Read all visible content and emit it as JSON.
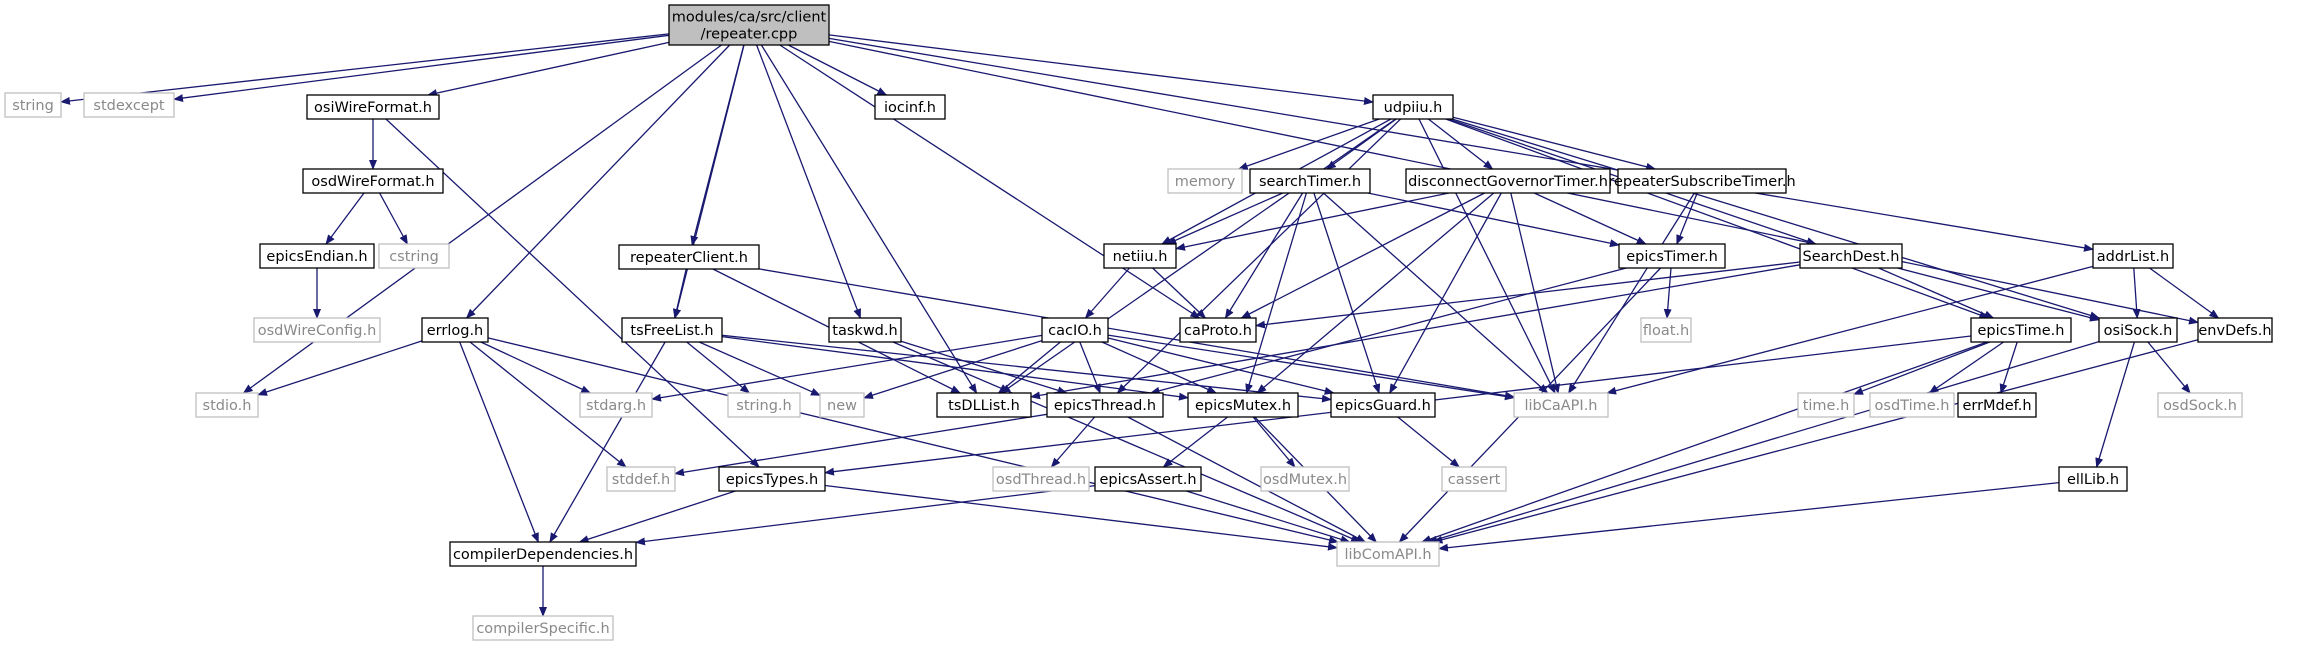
{
  "diagram": {
    "title": "",
    "edge_color": "#191970",
    "root_fill": "#bfbfbf",
    "missing_border": "#bfbfbf",
    "nodes": [
      {
        "id": "root",
        "lines": [
          "modules/ca/src/client",
          "/repeater.cpp"
        ],
        "kind": "root"
      },
      {
        "id": "string",
        "lines": [
          "string"
        ],
        "kind": "missing"
      },
      {
        "id": "stdexcept",
        "lines": [
          "stdexcept"
        ],
        "kind": "missing"
      },
      {
        "id": "osiWireFormat",
        "lines": [
          "osiWireFormat.h"
        ],
        "kind": "file"
      },
      {
        "id": "iocinf",
        "lines": [
          "iocinf.h"
        ],
        "kind": "file"
      },
      {
        "id": "udpiiu",
        "lines": [
          "udpiiu.h"
        ],
        "kind": "file"
      },
      {
        "id": "osdWireFormat",
        "lines": [
          "osdWireFormat.h"
        ],
        "kind": "file"
      },
      {
        "id": "memory",
        "lines": [
          "memory"
        ],
        "kind": "missing"
      },
      {
        "id": "searchTimer",
        "lines": [
          "searchTimer.h"
        ],
        "kind": "file"
      },
      {
        "id": "disconnectGovernorTimer",
        "lines": [
          "disconnectGovernorTimer.h"
        ],
        "kind": "file"
      },
      {
        "id": "repeaterSubscribeTimer",
        "lines": [
          "repeaterSubscribeTimer.h"
        ],
        "kind": "file"
      },
      {
        "id": "epicsEndian",
        "lines": [
          "epicsEndian.h"
        ],
        "kind": "file"
      },
      {
        "id": "cstring",
        "lines": [
          "cstring"
        ],
        "kind": "missing"
      },
      {
        "id": "repeaterClient",
        "lines": [
          "repeaterClient.h"
        ],
        "kind": "file"
      },
      {
        "id": "netiiu",
        "lines": [
          "netiiu.h"
        ],
        "kind": "file"
      },
      {
        "id": "epicsTimer",
        "lines": [
          "epicsTimer.h"
        ],
        "kind": "file"
      },
      {
        "id": "SearchDest",
        "lines": [
          "SearchDest.h"
        ],
        "kind": "file"
      },
      {
        "id": "addrList",
        "lines": [
          "addrList.h"
        ],
        "kind": "file"
      },
      {
        "id": "osdWireConfig",
        "lines": [
          "osdWireConfig.h"
        ],
        "kind": "missing"
      },
      {
        "id": "errlog",
        "lines": [
          "errlog.h"
        ],
        "kind": "file"
      },
      {
        "id": "tsFreeList",
        "lines": [
          "tsFreeList.h"
        ],
        "kind": "file"
      },
      {
        "id": "taskwd",
        "lines": [
          "taskwd.h"
        ],
        "kind": "file"
      },
      {
        "id": "cacIO",
        "lines": [
          "cacIO.h"
        ],
        "kind": "file"
      },
      {
        "id": "caProto",
        "lines": [
          "caProto.h"
        ],
        "kind": "file"
      },
      {
        "id": "float",
        "lines": [
          "float.h"
        ],
        "kind": "missing"
      },
      {
        "id": "epicsTime",
        "lines": [
          "epicsTime.h"
        ],
        "kind": "file"
      },
      {
        "id": "osiSock",
        "lines": [
          "osiSock.h"
        ],
        "kind": "file"
      },
      {
        "id": "envDefs",
        "lines": [
          "envDefs.h"
        ],
        "kind": "file"
      },
      {
        "id": "stdio",
        "lines": [
          "stdio.h"
        ],
        "kind": "missing"
      },
      {
        "id": "stdarg",
        "lines": [
          "stdarg.h"
        ],
        "kind": "missing"
      },
      {
        "id": "stringh",
        "lines": [
          "string.h"
        ],
        "kind": "missing"
      },
      {
        "id": "new",
        "lines": [
          "new"
        ],
        "kind": "missing"
      },
      {
        "id": "tsDLList",
        "lines": [
          "tsDLList.h"
        ],
        "kind": "file"
      },
      {
        "id": "epicsThread",
        "lines": [
          "epicsThread.h"
        ],
        "kind": "file"
      },
      {
        "id": "epicsMutex",
        "lines": [
          "epicsMutex.h"
        ],
        "kind": "file"
      },
      {
        "id": "epicsGuard",
        "lines": [
          "epicsGuard.h"
        ],
        "kind": "file"
      },
      {
        "id": "libCaAPI",
        "lines": [
          "libCaAPI.h"
        ],
        "kind": "missing"
      },
      {
        "id": "timeh",
        "lines": [
          "time.h"
        ],
        "kind": "missing"
      },
      {
        "id": "osdTime",
        "lines": [
          "osdTime.h"
        ],
        "kind": "missing"
      },
      {
        "id": "errMdef",
        "lines": [
          "errMdef.h"
        ],
        "kind": "file"
      },
      {
        "id": "osdSock",
        "lines": [
          "osdSock.h"
        ],
        "kind": "missing"
      },
      {
        "id": "stddef",
        "lines": [
          "stddef.h"
        ],
        "kind": "missing"
      },
      {
        "id": "epicsTypes",
        "lines": [
          "epicsTypes.h"
        ],
        "kind": "file"
      },
      {
        "id": "osdThread",
        "lines": [
          "osdThread.h"
        ],
        "kind": "missing"
      },
      {
        "id": "epicsAssert",
        "lines": [
          "epicsAssert.h"
        ],
        "kind": "file"
      },
      {
        "id": "osdMutex",
        "lines": [
          "osdMutex.h"
        ],
        "kind": "missing"
      },
      {
        "id": "cassert",
        "lines": [
          "cassert"
        ],
        "kind": "missing"
      },
      {
        "id": "ellLib",
        "lines": [
          "ellLib.h"
        ],
        "kind": "file"
      },
      {
        "id": "compilerDependencies",
        "lines": [
          "compilerDependencies.h"
        ],
        "kind": "file"
      },
      {
        "id": "libComAPI",
        "lines": [
          "libComAPI.h"
        ],
        "kind": "missing"
      },
      {
        "id": "compilerSpecific",
        "lines": [
          "compilerSpecific.h"
        ],
        "kind": "missing"
      }
    ],
    "edges": [
      [
        "root",
        "string"
      ],
      [
        "root",
        "stdexcept"
      ],
      [
        "root",
        "osiWireFormat"
      ],
      [
        "root",
        "iocinf"
      ],
      [
        "root",
        "udpiiu"
      ],
      [
        "root",
        "stdio"
      ],
      [
        "root",
        "errlog"
      ],
      [
        "root",
        "tsFreeList"
      ],
      [
        "root",
        "repeaterClient"
      ],
      [
        "root",
        "tsDLList"
      ],
      [
        "root",
        "taskwd"
      ],
      [
        "root",
        "caProto"
      ],
      [
        "root",
        "addrList"
      ],
      [
        "root",
        "envDefs"
      ],
      [
        "osiWireFormat",
        "osdWireFormat"
      ],
      [
        "osiWireFormat",
        "epicsTypes"
      ],
      [
        "osdWireFormat",
        "epicsEndian"
      ],
      [
        "osdWireFormat",
        "cstring"
      ],
      [
        "epicsEndian",
        "osdWireConfig"
      ],
      [
        "udpiiu",
        "memory"
      ],
      [
        "udpiiu",
        "searchTimer"
      ],
      [
        "udpiiu",
        "disconnectGovernorTimer"
      ],
      [
        "udpiiu",
        "repeaterSubscribeTimer"
      ],
      [
        "udpiiu",
        "SearchDest"
      ],
      [
        "udpiiu",
        "netiiu"
      ],
      [
        "udpiiu",
        "epicsTime"
      ],
      [
        "udpiiu",
        "osiSock"
      ],
      [
        "udpiiu",
        "libCaAPI"
      ],
      [
        "udpiiu",
        "tsDLList"
      ],
      [
        "udpiiu",
        "epicsThread"
      ],
      [
        "searchTimer",
        "netiiu"
      ],
      [
        "searchTimer",
        "caProto"
      ],
      [
        "searchTimer",
        "epicsTimer"
      ],
      [
        "searchTimer",
        "epicsMutex"
      ],
      [
        "searchTimer",
        "epicsGuard"
      ],
      [
        "searchTimer",
        "libCaAPI"
      ],
      [
        "disconnectGovernorTimer",
        "netiiu"
      ],
      [
        "disconnectGovernorTimer",
        "epicsTimer"
      ],
      [
        "disconnectGovernorTimer",
        "caProto"
      ],
      [
        "disconnectGovernorTimer",
        "epicsMutex"
      ],
      [
        "disconnectGovernorTimer",
        "epicsGuard"
      ],
      [
        "disconnectGovernorTimer",
        "libCaAPI"
      ],
      [
        "repeaterSubscribeTimer",
        "epicsTimer"
      ],
      [
        "repeaterSubscribeTimer",
        "libCaAPI"
      ],
      [
        "netiiu",
        "cacIO"
      ],
      [
        "netiiu",
        "caProto"
      ],
      [
        "epicsTimer",
        "float"
      ],
      [
        "epicsTimer",
        "epicsThread"
      ],
      [
        "epicsTimer",
        "libComAPI"
      ],
      [
        "SearchDest",
        "caProto"
      ],
      [
        "SearchDest",
        "epicsTime"
      ],
      [
        "SearchDest",
        "osiSock"
      ],
      [
        "SearchDest",
        "tsDLList"
      ],
      [
        "addrList",
        "osiSock"
      ],
      [
        "addrList",
        "envDefs"
      ],
      [
        "addrList",
        "libCaAPI"
      ],
      [
        "repeaterClient",
        "tsFreeList"
      ],
      [
        "repeaterClient",
        "tsDLList"
      ],
      [
        "repeaterClient",
        "libCaAPI"
      ],
      [
        "errlog",
        "stdio"
      ],
      [
        "errlog",
        "stdarg"
      ],
      [
        "errlog",
        "stddef"
      ],
      [
        "errlog",
        "compilerDependencies"
      ],
      [
        "errlog",
        "libComAPI"
      ],
      [
        "tsFreeList",
        "stringh"
      ],
      [
        "tsFreeList",
        "new"
      ],
      [
        "tsFreeList",
        "epicsMutex"
      ],
      [
        "tsFreeList",
        "epicsGuard"
      ],
      [
        "tsFreeList",
        "compilerDependencies"
      ],
      [
        "taskwd",
        "epicsThread"
      ],
      [
        "taskwd",
        "libComAPI"
      ],
      [
        "cacIO",
        "new"
      ],
      [
        "cacIO",
        "stdarg"
      ],
      [
        "cacIO",
        "tsDLList"
      ],
      [
        "cacIO",
        "epicsThread"
      ],
      [
        "cacIO",
        "epicsMutex"
      ],
      [
        "cacIO",
        "epicsGuard"
      ],
      [
        "cacIO",
        "libCaAPI"
      ],
      [
        "epicsTime",
        "timeh"
      ],
      [
        "epicsTime",
        "osdTime"
      ],
      [
        "epicsTime",
        "errMdef"
      ],
      [
        "epicsTime",
        "epicsTypes"
      ],
      [
        "epicsTime",
        "libComAPI"
      ],
      [
        "osiSock",
        "osdSock"
      ],
      [
        "osiSock",
        "ellLib"
      ],
      [
        "osiSock",
        "libComAPI"
      ],
      [
        "envDefs",
        "libComAPI"
      ],
      [
        "epicsThread",
        "stddef"
      ],
      [
        "epicsThread",
        "osdThread"
      ],
      [
        "epicsThread",
        "libComAPI"
      ],
      [
        "epicsMutex",
        "osdMutex"
      ],
      [
        "epicsMutex",
        "epicsAssert"
      ],
      [
        "epicsMutex",
        "libComAPI"
      ],
      [
        "epicsGuard",
        "cassert"
      ],
      [
        "epicsTypes",
        "compilerDependencies"
      ],
      [
        "epicsTypes",
        "libComAPI"
      ],
      [
        "epicsAssert",
        "compilerDependencies"
      ],
      [
        "epicsAssert",
        "libComAPI"
      ],
      [
        "ellLib",
        "libComAPI"
      ],
      [
        "compilerDependencies",
        "compilerSpecific"
      ]
    ]
  }
}
